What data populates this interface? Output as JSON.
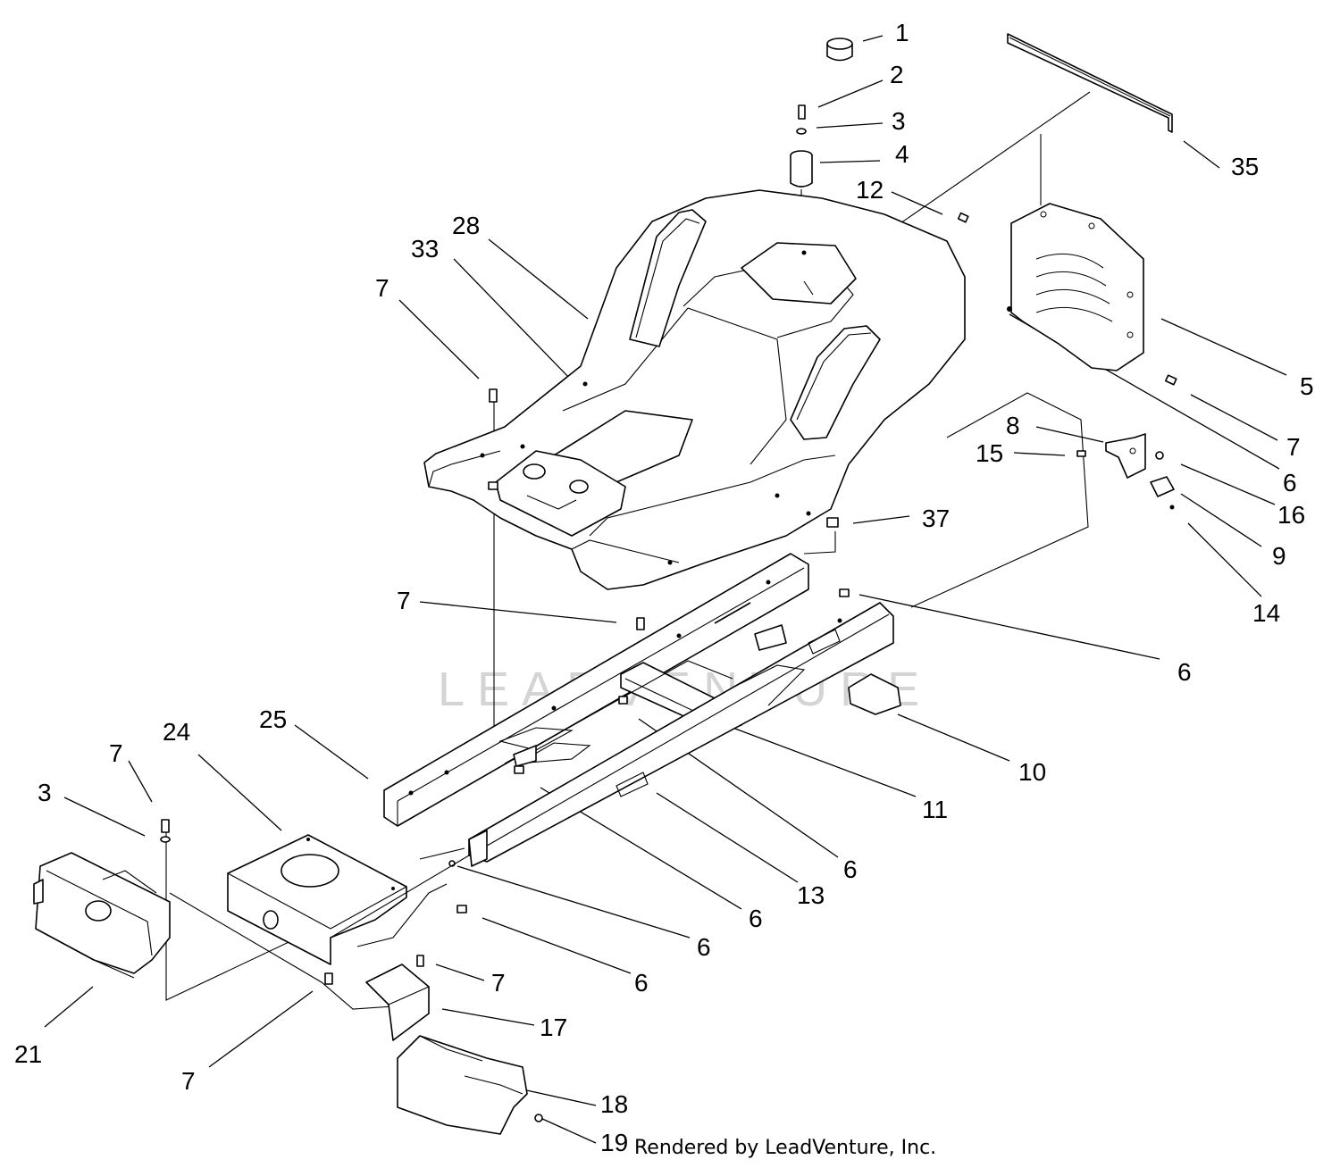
{
  "watermark": "LEADVENTURE",
  "footer": "Rendered by LeadVenture, Inc.",
  "callouts": [
    "1",
    "2",
    "3",
    "4",
    "12",
    "35",
    "28",
    "33",
    "7",
    "5",
    "7",
    "8",
    "15",
    "6",
    "16",
    "9",
    "14",
    "37",
    "7",
    "6",
    "10",
    "25",
    "24",
    "7",
    "3",
    "11",
    "6",
    "13",
    "6",
    "6",
    "6",
    "7",
    "17",
    "21",
    "7",
    "18",
    "19"
  ]
}
